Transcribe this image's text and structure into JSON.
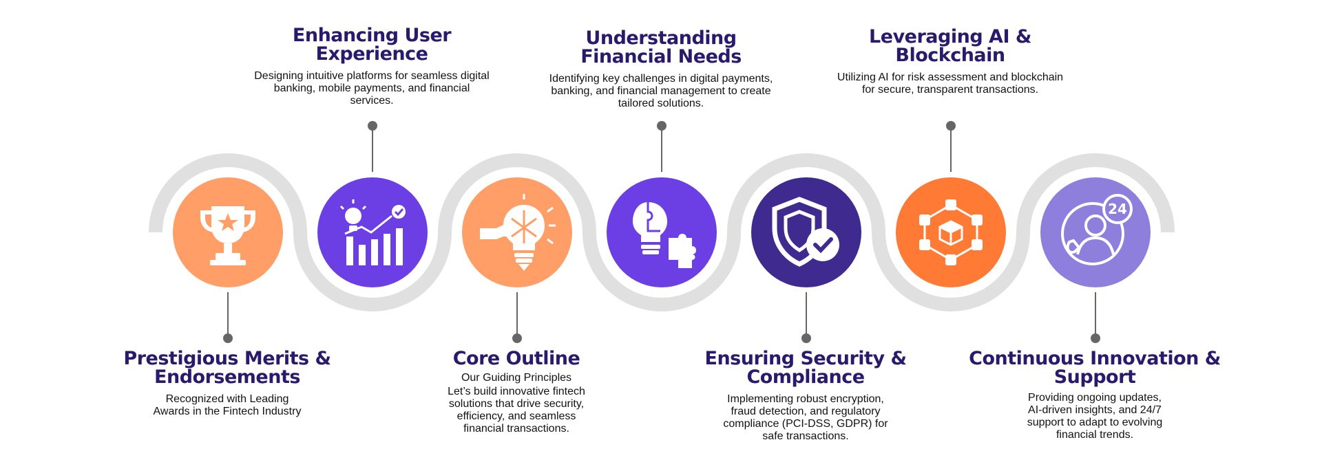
{
  "colors": {
    "orange_light": "#ff9e66",
    "purple": "#6c3fe5",
    "orange": "#ff7a34",
    "navy": "#3f2a8f",
    "lavender": "#8f7fdc",
    "track": "#e0e0e0",
    "heading": "#2a1a6b",
    "connector": "#666666"
  },
  "steps": [
    {
      "icon": "trophy-icon",
      "title_lines": [
        "Prestigious Merits &",
        "Endorsements"
      ],
      "desc_lines": [
        "Recognized with Leading",
        "Awards in the Fintech Industry"
      ]
    },
    {
      "icon": "growth-chart-icon",
      "title_lines": [
        "Enhancing User",
        "Experience"
      ],
      "desc_lines": [
        "Designing intuitive platforms for seamless digital",
        "banking, mobile payments, and financial",
        "services."
      ]
    },
    {
      "icon": "innovation-bulb-icon",
      "title_lines": [
        "Core Outline"
      ],
      "subtitle": "Our Guiding Principles",
      "desc_lines": [
        "Let’s build innovative fintech",
        "solutions that drive security,",
        "efficiency, and seamless",
        "financial transactions."
      ]
    },
    {
      "icon": "puzzle-idea-icon",
      "title_lines": [
        "Understanding",
        "Financial Needs"
      ],
      "desc_lines": [
        "Identifying key challenges in digital payments,",
        "banking, and financial management to create",
        "tailored solutions."
      ]
    },
    {
      "icon": "shield-check-icon",
      "title_lines": [
        "Ensuring Security &",
        "Compliance"
      ],
      "desc_lines": [
        "Implementing robust encryption,",
        "fraud detection, and regulatory",
        "compliance (PCI-DSS, GDPR) for",
        "safe transactions."
      ]
    },
    {
      "icon": "blockchain-network-icon",
      "title_lines": [
        "Leveraging AI &",
        "Blockchain"
      ],
      "desc_lines": [
        "Utilizing AI for risk assessment and blockchain",
        "for secure, transparent transactions."
      ]
    },
    {
      "icon": "support-24-7-icon",
      "title_lines": [
        "Continuous Innovation &",
        "Support"
      ],
      "desc_lines": [
        "Providing ongoing updates,",
        "AI-driven insights, and 24/7",
        "support to adapt to evolving",
        "financial trends."
      ],
      "badge": "24"
    }
  ]
}
